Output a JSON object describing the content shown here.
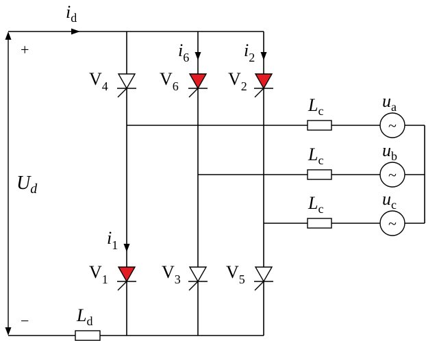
{
  "colors": {
    "conducting_thyristor": "#e31b23",
    "idle_thyristor": "#ffffff",
    "wire": "#000000"
  },
  "labels": {
    "dc_current": {
      "main": "i",
      "sub": "d"
    },
    "plus": "+",
    "minus": "−",
    "dc_voltage": {
      "main": "U",
      "sub": "d"
    },
    "dc_inductor": {
      "main": "L",
      "sub": "d"
    },
    "currents": [
      {
        "main": "i",
        "sub": "6"
      },
      {
        "main": "i",
        "sub": "2"
      },
      {
        "main": "i",
        "sub": "1"
      }
    ],
    "thyristors": [
      {
        "main": "V",
        "sub": "4",
        "conducting": false
      },
      {
        "main": "V",
        "sub": "6",
        "conducting": true
      },
      {
        "main": "V",
        "sub": "2",
        "conducting": true
      },
      {
        "main": "V",
        "sub": "1",
        "conducting": true
      },
      {
        "main": "V",
        "sub": "3",
        "conducting": false
      },
      {
        "main": "V",
        "sub": "5",
        "conducting": false
      }
    ],
    "ac_inductors": [
      {
        "main": "L",
        "sub": "c"
      },
      {
        "main": "L",
        "sub": "c"
      },
      {
        "main": "L",
        "sub": "c"
      }
    ],
    "sources": [
      {
        "main": "u",
        "sub": "a",
        "symbol": "~"
      },
      {
        "main": "u",
        "sub": "b",
        "symbol": "~"
      },
      {
        "main": "u",
        "sub": "c",
        "symbol": "~"
      }
    ]
  }
}
